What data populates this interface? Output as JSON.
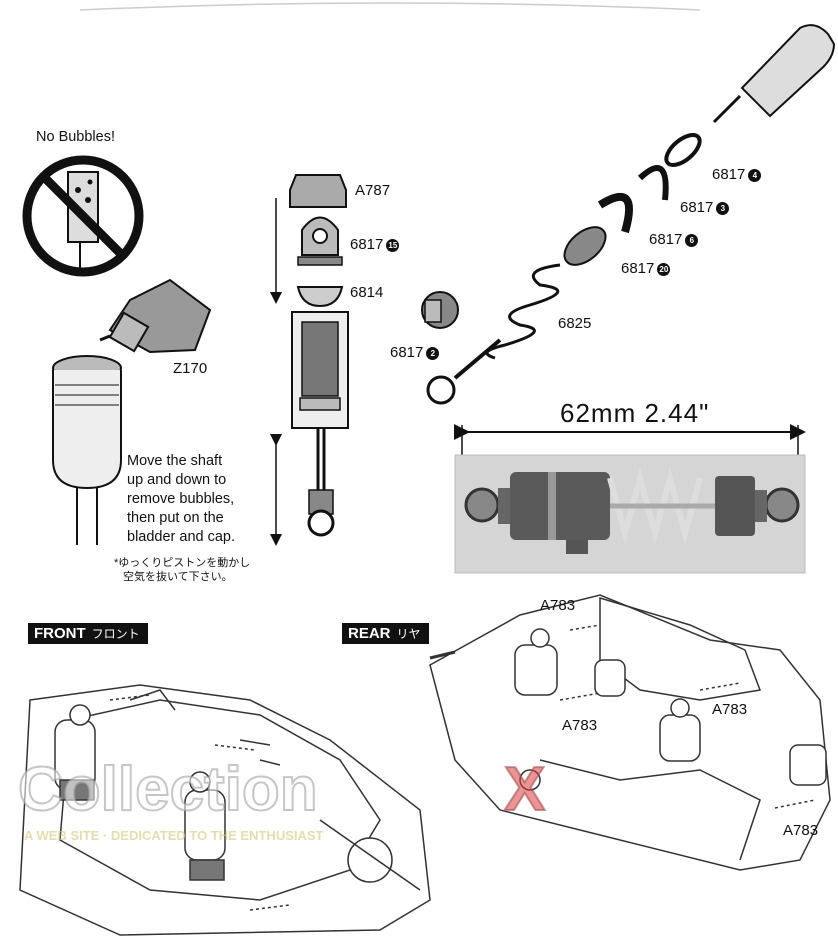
{
  "no_bubbles": "No Bubbles!",
  "labels": {
    "z170": "Z170",
    "a787": "A787",
    "p6817_15": "6817",
    "n15": "15",
    "p6814": "6814",
    "p6817_4": "6817",
    "n4": "4",
    "p6817_3": "6817",
    "n3": "3",
    "p6817_6": "6817",
    "n6": "6",
    "p6817_20": "6817",
    "n20": "20",
    "p6825": "6825",
    "p6817_2": "6817",
    "n2": "2",
    "a783_top": "A783",
    "a783_mid": "A783",
    "a783_right": "A783",
    "a783_bottom": "A783"
  },
  "instruction": [
    "Move the shaft",
    "up and down to",
    "remove bubbles,",
    "then put on the",
    "bladder and cap."
  ],
  "jp_note": [
    "*ゆっくりピストンを動かし",
    "空気を抜いて下さい。"
  ],
  "dimension": "62mm  2.44\"",
  "front": {
    "label": "FRONT",
    "jp": "フロント"
  },
  "rear": {
    "label": "REAR",
    "jp": "リヤ"
  },
  "watermark": {
    "main": "Collection",
    "accent": "X",
    "sub": "A WEB SITE · DEDICATED TO THE ENTHUSIAST"
  }
}
